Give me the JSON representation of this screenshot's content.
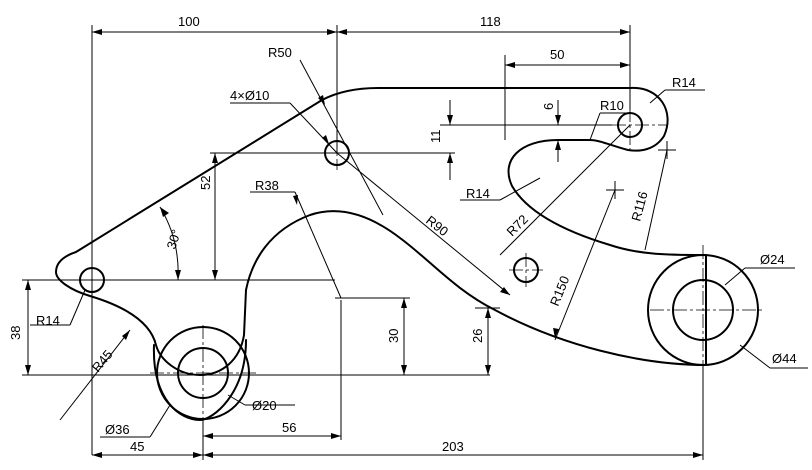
{
  "drawing": {
    "dimensions": {
      "d100": "100",
      "d118": "118",
      "d50": "50",
      "r50": "R50",
      "r14_top": "R14",
      "hole_4x10": "4×Ø10",
      "d6": "6",
      "r10": "R10",
      "d11": "11",
      "d52": "52",
      "r38": "R38",
      "r90": "R90",
      "r14_slot": "R14",
      "r72": "R72",
      "r116": "R116",
      "d30_angle": "30°",
      "r150": "R150",
      "dia24": "Ø24",
      "d38": "38",
      "r14_left": "R14",
      "r45": "R45",
      "d30": "30",
      "d26": "26",
      "dia44": "Ø44",
      "dia20": "Ø20",
      "dia36": "Ø36",
      "d56": "56",
      "d45": "45",
      "d203": "203"
    }
  }
}
